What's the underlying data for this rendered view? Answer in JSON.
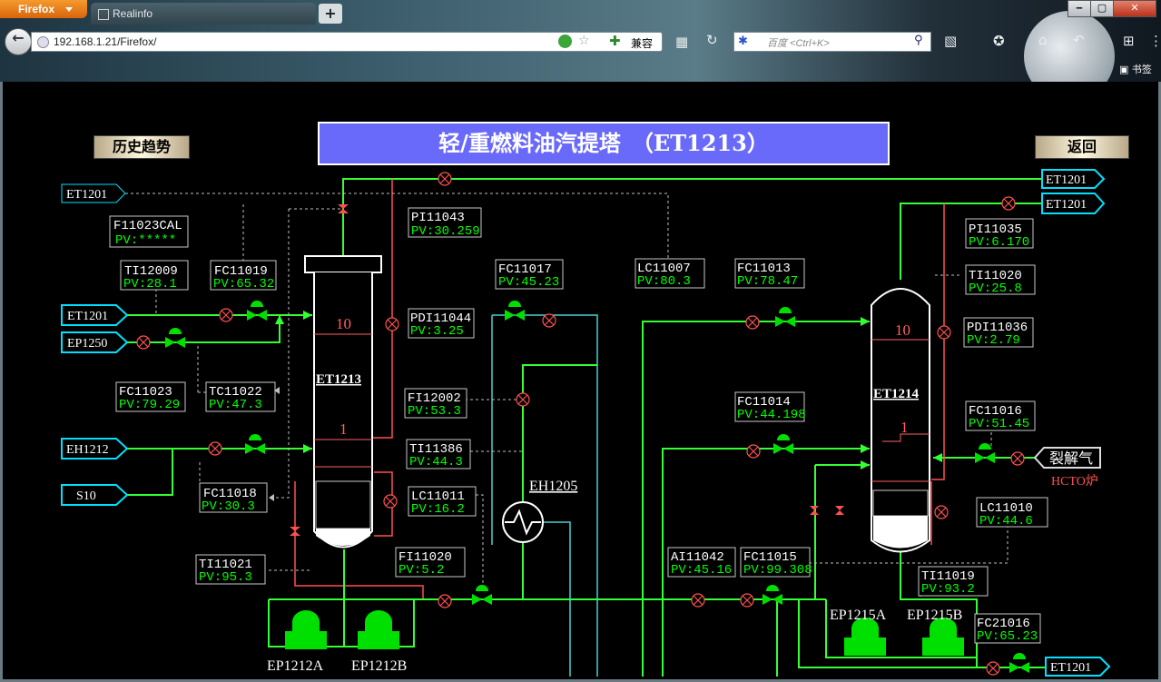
{
  "browser": {
    "app_button": "Firefox",
    "tab_title": "Realinfo",
    "new_tab": "+",
    "url": "192.168.1.21/Firefox/",
    "compat_label": "兼容",
    "search_placeholder": "百度 <Ctrl+K>",
    "bookmarks_label": "书签",
    "window_min": "‒",
    "window_max": "▢",
    "window_close": "✕"
  },
  "page": {
    "title": "轻/重燃料油汽提塔　（ET1213）",
    "history_button": "历史趋势",
    "back_button": "返回",
    "colors": {
      "title_bg": "#6a6afa",
      "pipe": "#33ff33",
      "connector": "#00e0ff",
      "value": "#00ff00",
      "valve": "#00e000",
      "warn": "#ff5050"
    }
  },
  "connectors": [
    {
      "label": "ET1201"
    },
    {
      "label": "ET1201"
    },
    {
      "label": "EP1250"
    },
    {
      "label": "EH1212"
    },
    {
      "label": "S10"
    },
    {
      "label": "ET1201"
    },
    {
      "label": "ET1201"
    },
    {
      "label": "裂解气"
    },
    {
      "label": "ET1201"
    }
  ],
  "instruments": [
    {
      "tag": "F11023CAL",
      "pv": "PV:*****"
    },
    {
      "tag": "TI12009",
      "pv": "PV:28.1"
    },
    {
      "tag": "FC11019",
      "pv": "PV:65.32"
    },
    {
      "tag": "FC11023",
      "pv": "PV:79.29"
    },
    {
      "tag": "TC11022",
      "pv": "PV:47.3"
    },
    {
      "tag": "FC11018",
      "pv": "PV:30.3"
    },
    {
      "tag": "TI11021",
      "pv": "PV:95.3"
    },
    {
      "tag": "PI11043",
      "pv": "PV:30.259"
    },
    {
      "tag": "PDI11044",
      "pv": "PV:3.25"
    },
    {
      "tag": "FI12002",
      "pv": "PV:53.3"
    },
    {
      "tag": "TI11386",
      "pv": "PV:44.3"
    },
    {
      "tag": "LC11011",
      "pv": "PV:16.2"
    },
    {
      "tag": "FI11020",
      "pv": "PV:5.2"
    },
    {
      "tag": "FC11017",
      "pv": "PV:45.23"
    },
    {
      "tag": "LC11007",
      "pv": "PV:80.3"
    },
    {
      "tag": "FC11013",
      "pv": "PV:78.47"
    },
    {
      "tag": "FC11014",
      "pv": "PV:44.198"
    },
    {
      "tag": "AI11042",
      "pv": "PV:45.16"
    },
    {
      "tag": "FC11015",
      "pv": "PV:99.308"
    },
    {
      "tag": "PI11035",
      "pv": "PV:6.170"
    },
    {
      "tag": "TI11020",
      "pv": "PV:25.8"
    },
    {
      "tag": "PDI11036",
      "pv": "PV:2.79"
    },
    {
      "tag": "FC11016",
      "pv": "PV:51.45"
    },
    {
      "tag": "LC11010",
      "pv": "PV:44.6"
    },
    {
      "tag": "TI11019",
      "pv": "PV:93.2"
    },
    {
      "tag": "FC21016",
      "pv": "PV:65.23"
    }
  ],
  "equipment": {
    "tower1": "ET1213",
    "tower1_top": "10",
    "tower1_bottom": "1",
    "tower2": "ET1214",
    "tower2_top": "10",
    "tower2_bottom": "1",
    "exchanger": "EH1205",
    "pump1": "EP1212A",
    "pump2": "EP1212B",
    "pump3": "EP1215A",
    "pump4": "EP1215B",
    "furnace": "HCTO炉"
  }
}
